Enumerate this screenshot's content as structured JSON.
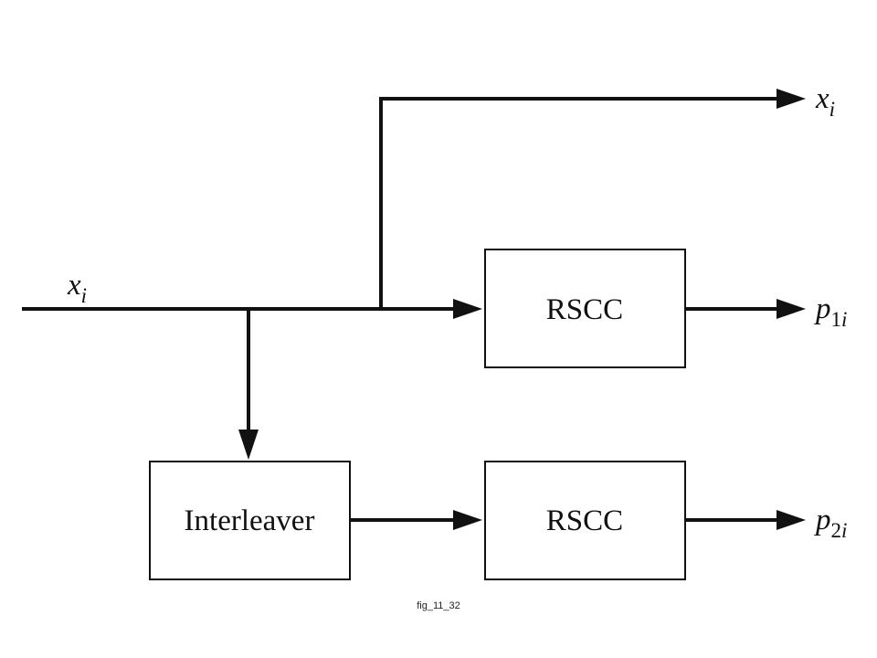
{
  "blocks": {
    "rscc_top": "RSCC",
    "rscc_bottom": "RSCC",
    "interleaver": "Interleaver"
  },
  "signals": {
    "input": {
      "symbol": "x",
      "subscript": "i"
    },
    "systematic_output": {
      "symbol": "x",
      "subscript": "i"
    },
    "parity1_output": {
      "symbol": "p",
      "subscript": "1",
      "subscript_var": "i"
    },
    "parity2_output": {
      "symbol": "p",
      "subscript": "2",
      "subscript_var": "i"
    }
  },
  "caption": "fig_11_32"
}
